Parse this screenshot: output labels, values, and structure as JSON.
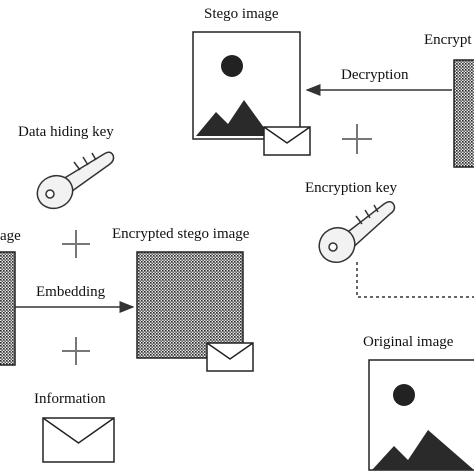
{
  "labels": {
    "stego_image": "Stego image",
    "encrypted_image_partial": "Encrypt",
    "decryption": "Decryption",
    "data_hiding_key": "Data hiding key",
    "encryption_key": "Encryption key",
    "image_partial": "age",
    "encrypted_stego_image": "Encrypted stego image",
    "embedding": "Embedding",
    "original_image": "Original image",
    "information": "Information"
  },
  "icons": {
    "picture": "picture-icon",
    "envelope": "envelope-icon",
    "key": "key-icon",
    "plus": "plus-icon",
    "arrow": "arrow-icon"
  }
}
